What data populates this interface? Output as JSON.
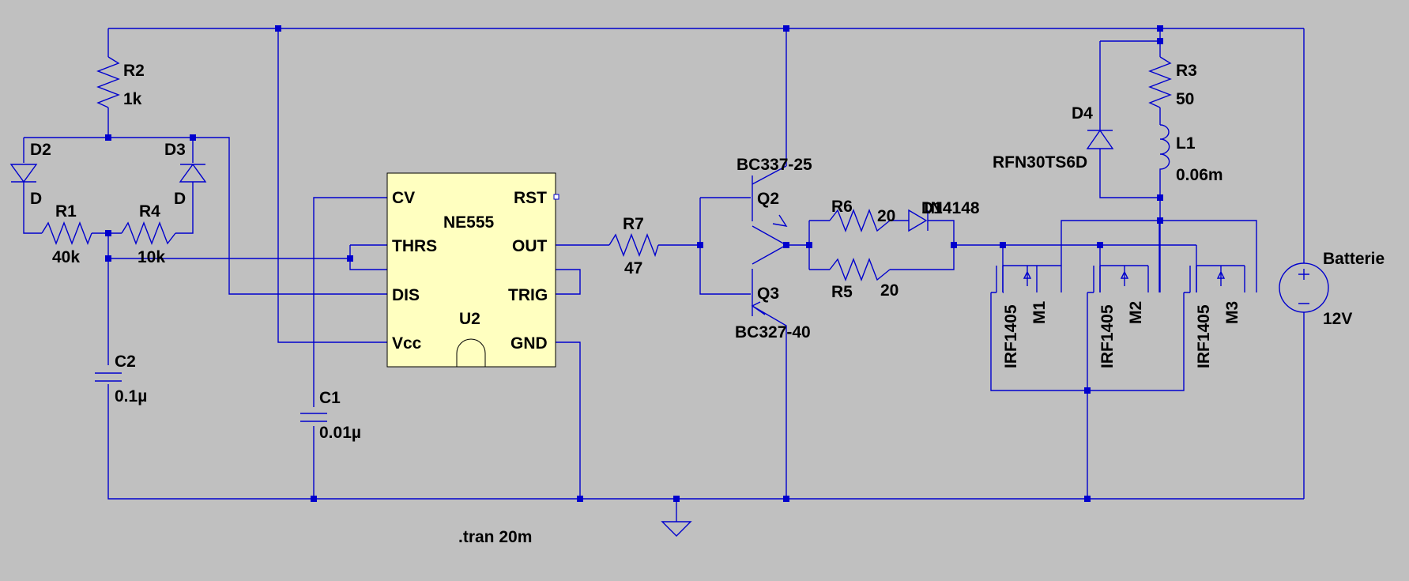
{
  "components": {
    "r2": {
      "ref": "R2",
      "value": "1k"
    },
    "r1": {
      "ref": "R1",
      "value": "40k"
    },
    "r4": {
      "ref": "R4",
      "value": "10k"
    },
    "r7": {
      "ref": "R7",
      "value": "47"
    },
    "r6": {
      "ref": "R6",
      "value": "20"
    },
    "r5": {
      "ref": "R5",
      "value": "20"
    },
    "r3": {
      "ref": "R3",
      "value": "50"
    },
    "d2": {
      "ref": "D2",
      "value": "D"
    },
    "d3": {
      "ref": "D3",
      "value": "D"
    },
    "d1": {
      "ref": "D1",
      "value": "1N4148"
    },
    "d4": {
      "ref": "D4",
      "value": "RFN30TS6D"
    },
    "c2": {
      "ref": "C2",
      "value": "0.1µ"
    },
    "c1": {
      "ref": "C1",
      "value": "0.01µ"
    },
    "l1": {
      "ref": "L1",
      "value": "0.06m"
    },
    "q2": {
      "ref": "Q2",
      "value": "BC337-25"
    },
    "q3": {
      "ref": "Q3",
      "value": "BC327-40"
    },
    "m1": {
      "ref": "M1",
      "value": "IRF1405"
    },
    "m2": {
      "ref": "M2",
      "value": "IRF1405"
    },
    "m3": {
      "ref": "M3",
      "value": "IRF1405"
    },
    "v1": {
      "ref": "Batterie",
      "value": "12V"
    }
  },
  "ic": {
    "part": "NE555",
    "ref": "U2",
    "pins": {
      "cv": "CV",
      "rst": "RST",
      "thrs": "THRS",
      "out": "OUT",
      "dis": "DIS",
      "trig": "TRIG",
      "vcc": "Vcc",
      "gnd": "GND"
    }
  },
  "directive": ".tran 20m",
  "colors": {
    "background": "#c0c0c0",
    "wire": "#0000cd",
    "ic_fill": "#ffffc0",
    "text": "#000000"
  }
}
